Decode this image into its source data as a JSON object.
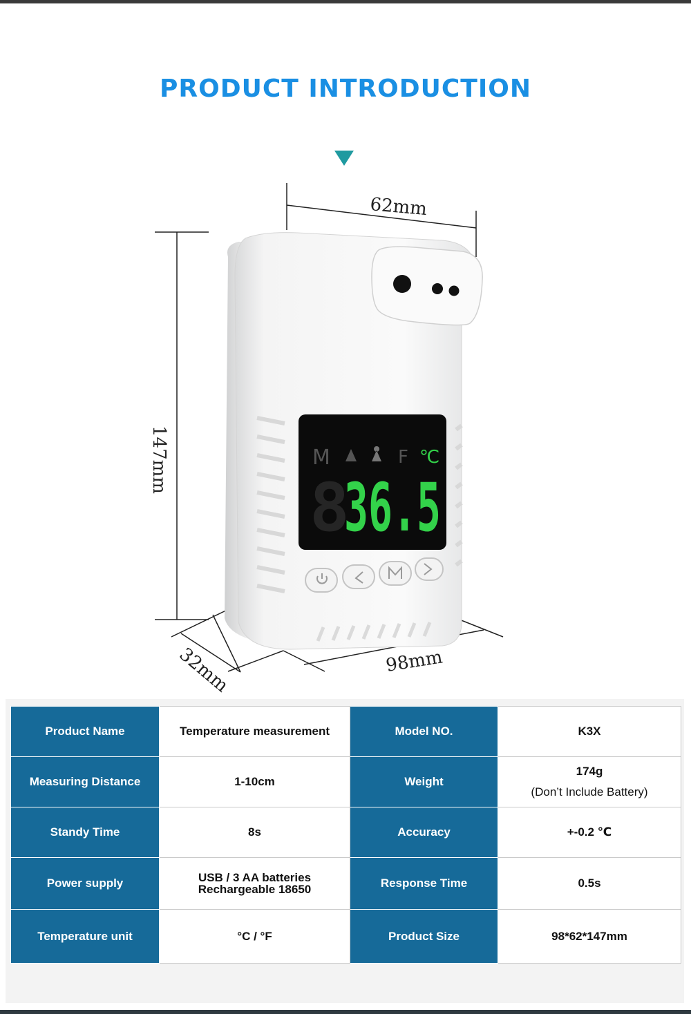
{
  "title": "PRODUCT INTRODUCTION",
  "dimensions": {
    "width": "62mm",
    "height": "147mm",
    "depth": "32mm",
    "length": "98mm"
  },
  "display": {
    "reading": "36.5",
    "mode_label": "M",
    "f_label": "F",
    "c_label": "℃"
  },
  "colors": {
    "title": "#1a8fe3",
    "arrow": "#1f9aa0",
    "label_cell": "#166a99",
    "display_digits": "#33d24a"
  },
  "specs": [
    {
      "k1": "Product Name",
      "v1": "Temperature measurement",
      "k2": "Model NO.",
      "v2": "K3X"
    },
    {
      "k1": "Measuring Distance",
      "v1": "1-10cm",
      "k2": "Weight",
      "v2": "174g",
      "v2_sub": "(Don’t Include Battery)"
    },
    {
      "k1": "Standy Time",
      "v1": "8s",
      "k2": "Accuracy",
      "v2": "+-0.2 ℃"
    },
    {
      "k1": "Power supply",
      "v1": "USB / 3 AA batteries",
      "v1_sub": "Rechargeable 18650",
      "k2": "Response Time",
      "v2": "0.5s"
    },
    {
      "k1": "Temperature unit",
      "v1": "°C /  °F",
      "k2": "Product Size",
      "v2": "98*62*147mm"
    }
  ]
}
